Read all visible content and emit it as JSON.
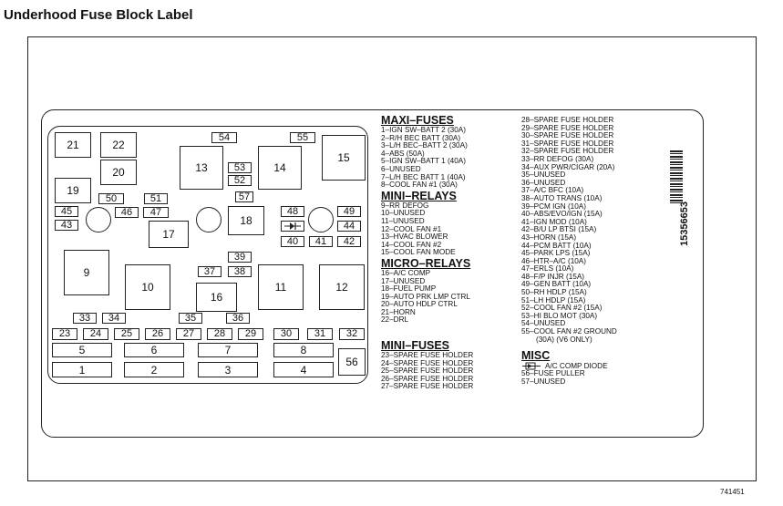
{
  "title": "Underhood Fuse Block Label",
  "part_number": "15356653",
  "corner_code": "741451",
  "block_labels": {
    "c21": "21",
    "c22": "22",
    "c20": "20",
    "c19": "19",
    "c13": "13",
    "c14": "14",
    "c15": "15",
    "c54": "54",
    "c55": "55",
    "c53": "53",
    "c52": "52",
    "c57": "57",
    "c50": "50",
    "c51": "51",
    "c45": "45",
    "c43": "43",
    "c46": "46",
    "c47": "47",
    "c18": "18",
    "c17": "17",
    "c48": "48",
    "c49": "49",
    "c44": "44",
    "c40": "40",
    "c41": "41",
    "c42": "42",
    "c9": "9",
    "c10": "10",
    "c16": "16",
    "c11": "11",
    "c12": "12",
    "c39": "39",
    "c37": "37",
    "c38": "38",
    "c33": "33",
    "c34": "34",
    "c35": "35",
    "c36": "36",
    "c23": "23",
    "c24": "24",
    "c25": "25",
    "c26": "26",
    "c27": "27",
    "c28": "28",
    "c29": "29",
    "c30": "30",
    "c31": "31",
    "c32": "32",
    "c5": "5",
    "c6": "6",
    "c7": "7",
    "c8": "8",
    "c56": "56",
    "c1": "1",
    "c2": "2",
    "c3": "3",
    "c4": "4"
  },
  "legend_left": {
    "maxi_title": "MAXI–FUSES",
    "maxi": [
      "1–IGN SW–BATT 2 (30A)",
      "2–R/H BEC BATT (30A)",
      "3–L/H BEC–BATT 2 (30A)",
      "4–ABS (50A)",
      "5–IGN SW–BATT 1 (40A)",
      "6–UNUSED",
      "7–L/H BEC BATT 1 (40A)",
      "8–COOL FAN #1 (30A)"
    ],
    "minirelay_title": "MINI–RELAYS",
    "minirelays": [
      "9–RR DEFOG",
      "10–UNUSED",
      "11–UNUSED",
      "12–COOL FAN #1",
      "13–HVAC BLOWER",
      "14–COOL FAN #2",
      "15–COOL FAN MODE"
    ],
    "microrelay_title": "MICRO–RELAYS",
    "microrelays": [
      "16–A/C COMP",
      "17–UNUSED",
      "18–FUEL PUMP",
      "19–AUTO PRK LMP CTRL",
      "20–AUTO HDLP CTRL",
      "21–HORN",
      "22–DRL"
    ],
    "minifuse_title": "MINI–FUSES",
    "minifuses": [
      "23–SPARE FUSE HOLDER",
      "24–SPARE FUSE HOLDER",
      "25–SPARE FUSE HOLDER",
      "26–SPARE FUSE HOLDER",
      "27–SPARE FUSE HOLDER"
    ]
  },
  "legend_right": {
    "items": [
      "28–SPARE FUSE HOLDER",
      "29–SPARE FUSE HOLDER",
      "30–SPARE FUSE HOLDER",
      "31–SPARE FUSE HOLDER",
      "32–SPARE FUSE HOLDER",
      "33–RR DEFOG (30A)",
      "34–AUX PWR/CIGAR (20A)",
      "35–UNUSED",
      "36–UNUSED",
      "37–A/C BFC (10A)",
      "38–AUTO TRANS (10A)",
      "39–PCM IGN (10A)",
      "40–ABS/EVO/IGN (15A)",
      "41–IGN MOD (10A)",
      "42–B/U LP BTSI (15A)",
      "43–HORN (15A)",
      "44–PCM BATT (10A)",
      "45–PARK LPS (15A)",
      "46–HTR–A/C (10A)",
      "47–ERLS (10A)",
      "48–F/P INJR (15A)",
      "49–GEN BATT (10A)",
      "50–RH HDLP (15A)",
      "51–LH HDLP (15A)",
      "52–COOL FAN #2 (15A)",
      "53–HI BLO MOT (30A)",
      "54–UNUSED",
      "55–COOL FAN #2 GROUND",
      "(30A) (V6 ONLY)"
    ],
    "misc_title": "MISC",
    "misc_diode": "A/C COMP DIODE",
    "misc_items": [
      "56–FUSE PULLER",
      "57–UNUSED"
    ]
  }
}
